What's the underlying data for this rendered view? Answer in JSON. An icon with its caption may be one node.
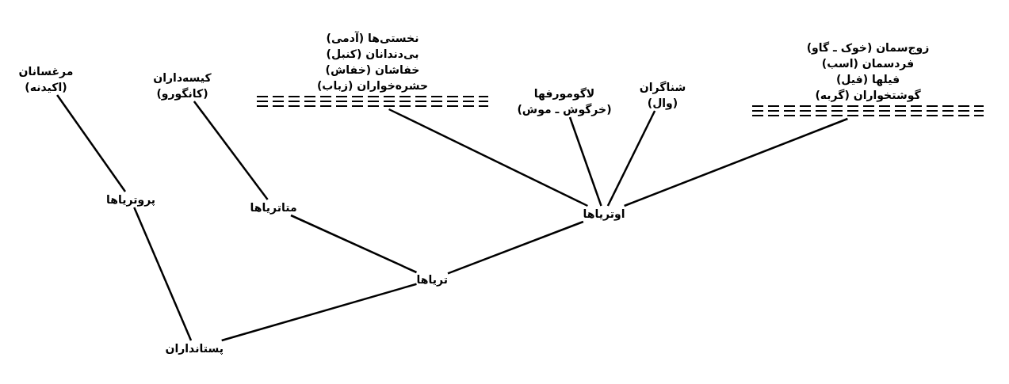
{
  "diagram": {
    "nodes": [
      {
        "text": [
          "مرغسانان (اکیدنه)"
        ]
      },
      {
        "text": [
          "کیسه‌داران (کانگورو)"
        ]
      },
      {
        "text": [
          "نخستی‌ها (آدمی)",
          "بی‌دندانان (کنبل)",
          "خفاشان (خفاش)",
          "حشره‌خواران (زباب)"
        ]
      },
      {
        "text": [
          "لاگومورفها (خرگوش ـ موش)"
        ]
      },
      {
        "text": [
          "شناگران (وال)"
        ]
      },
      {
        "text": [
          "زوج‌سمان (خوک ـ گاو)",
          "فردسمان (اسب)",
          "فیلها (فیل)",
          "گوشتخواران (گربه)"
        ]
      },
      {
        "text": [
          "پروتریاها"
        ]
      },
      {
        "text": [
          "متاتریاها"
        ]
      },
      {
        "text": [
          "اوتریاها"
        ]
      },
      {
        "text": [
          "تریاها"
        ]
      },
      {
        "text": [
          "پستانداران"
        ]
      }
    ],
    "edges": [
      {
        "from": 0,
        "to": 6,
        "arrow": "none"
      },
      {
        "from": 1,
        "to": 7,
        "arrow": "none"
      },
      {
        "from": 2,
        "to": 8,
        "arrow": "none"
      },
      {
        "from": 3,
        "to": 8,
        "arrow": "none"
      },
      {
        "from": 4,
        "to": 8,
        "arrow": "none"
      },
      {
        "from": 5,
        "to": 8,
        "arrow": "none"
      },
      {
        "from": 7,
        "to": 9,
        "arrow": "none"
      },
      {
        "from": 8,
        "to": 9,
        "arrow": "none"
      },
      {
        "from": 6,
        "to": 10,
        "arrow": "none"
      },
      {
        "from": 9,
        "to": 10,
        "arrow": "none"
      }
    ]
  }
}
